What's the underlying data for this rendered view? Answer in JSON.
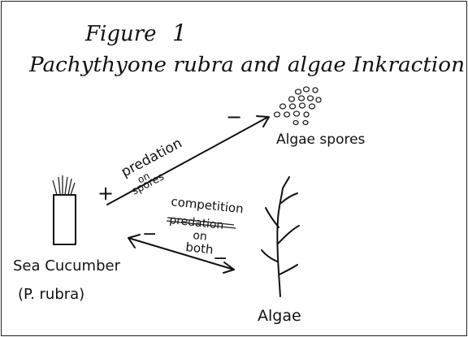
{
  "figure": {
    "label": "Figure",
    "number": "1",
    "title": "Pachythyone rubra and algae Inkraction"
  },
  "nodes": {
    "sea_cucumber_label": "Sea Cucumber",
    "sea_cucumber_species": "(P. rubra)",
    "algae_spores_label": "Algae spores",
    "algae_label": "Algae"
  },
  "edges": {
    "upper": {
      "plus_sign": "+",
      "minus_sign": "−",
      "line1": "predation",
      "line2": "on",
      "line3": "spores"
    },
    "lower": {
      "line1": "competition",
      "struck": "predation",
      "line2": "on",
      "line3": "both",
      "minus_left": "−",
      "minus_right": "−"
    }
  }
}
